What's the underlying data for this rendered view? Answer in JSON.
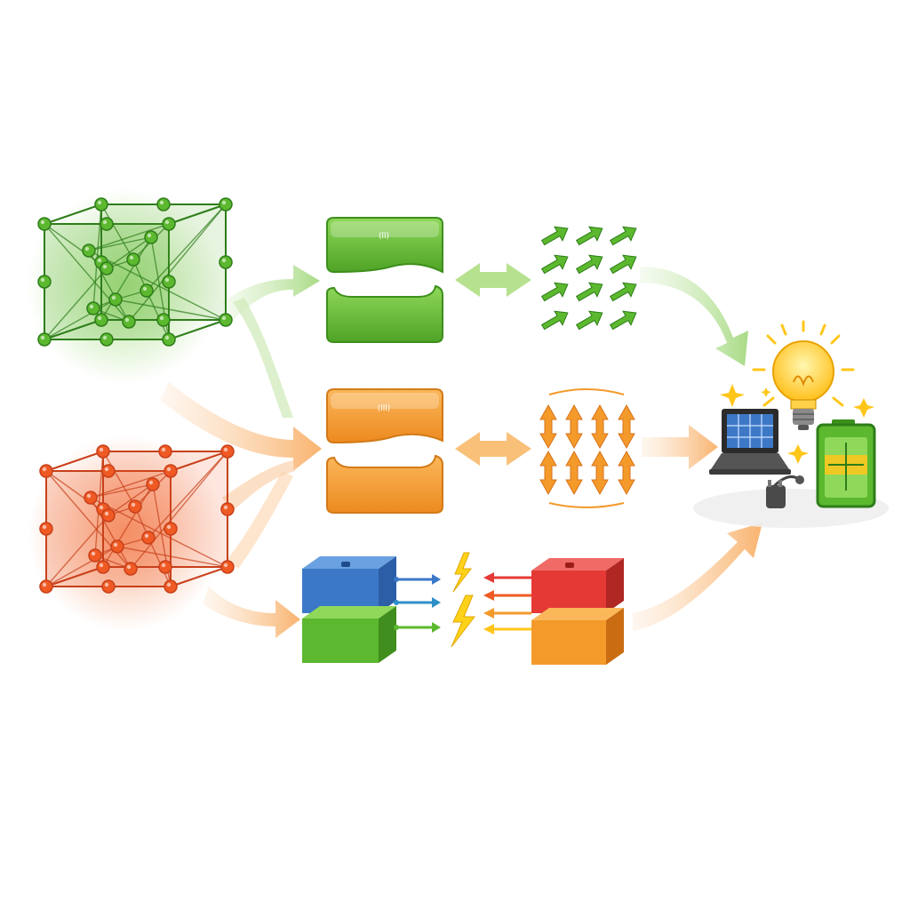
{
  "colors": {
    "green": "#5cb82e",
    "green_dark": "#2e7d1a",
    "green_light": "#a9dc7a",
    "orange": "#f39a2b",
    "orange_dark": "#d9731a",
    "red_orange": "#ef5a24",
    "red_dark": "#c8401a",
    "blue": "#3b78c8",
    "red": "#e53935",
    "yellow": "#ffc61a",
    "background": "#ffffff"
  },
  "lattices": [
    {
      "id": "green-lattice",
      "color": "#5cb82e"
    },
    {
      "id": "orange-lattice",
      "color": "#ef5a24"
    }
  ],
  "blocks": {
    "green_top": {
      "label": "(ll)"
    },
    "green_bottom": {
      "label": ""
    },
    "orange_top": {
      "label": "(lll)"
    },
    "orange_bottom": {
      "label": ""
    }
  },
  "icons": [
    "green-arrow-grid-icon",
    "orange-arrow-grid-icon",
    "lightning-icon",
    "lightbulb-icon",
    "laptop-icon",
    "battery-icon",
    "plug-icon",
    "blue-cube-icon",
    "green-cube-icon",
    "red-cube-icon",
    "orange-cube-icon"
  ]
}
